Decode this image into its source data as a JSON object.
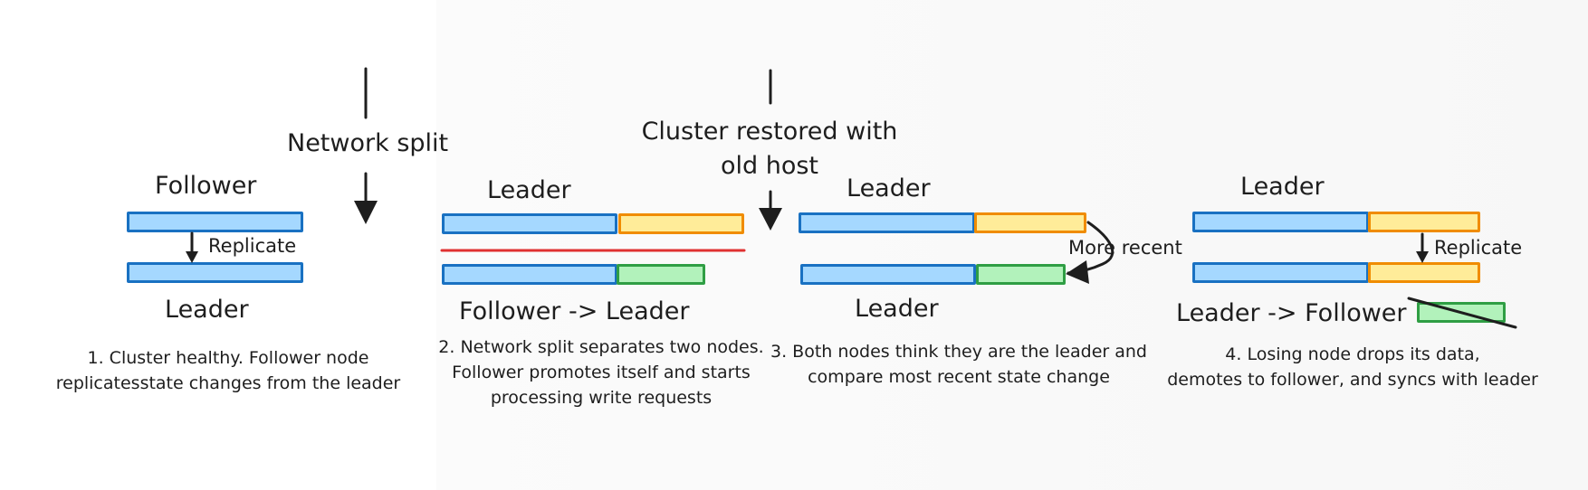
{
  "stage1": {
    "top_label": "Follower",
    "arrow_label": "Replicate",
    "bottom_label": "Leader",
    "caption": [
      "1. Cluster healthy. Follower node",
      "replicatesstate changes from the leader"
    ]
  },
  "event1": {
    "label": "Network split"
  },
  "stage2": {
    "top_label": "Leader",
    "bottom_label": "Follower -> Leader",
    "caption": [
      "2. Network split separates two nodes.",
      "Follower promotes itself and starts",
      "processing write requests"
    ]
  },
  "event2": {
    "label": [
      "Cluster restored with",
      "old host"
    ]
  },
  "stage3": {
    "top_label": "Leader",
    "arrow_label": "More recent",
    "bottom_label": "Leader",
    "caption": [
      "3. Both nodes think they are the leader and",
      "compare most recent state change"
    ]
  },
  "stage4": {
    "top_label": "Leader",
    "arrow_label": "Replicate",
    "bottom_label": "Leader -> Follower",
    "caption": [
      "4. Losing node drops its data,",
      "demotes to follower, and syncs with leader"
    ]
  },
  "colors": {
    "log_block": "#a5d8ff",
    "log_block_border": "#1971c2",
    "new_state": "#ffec99",
    "new_state_border": "#f08c00",
    "divergent_state": "#b2f2bb",
    "divergent_state_border": "#2f9e44",
    "network_split_line": "#e03131",
    "arrow": "#1e1e1e"
  }
}
